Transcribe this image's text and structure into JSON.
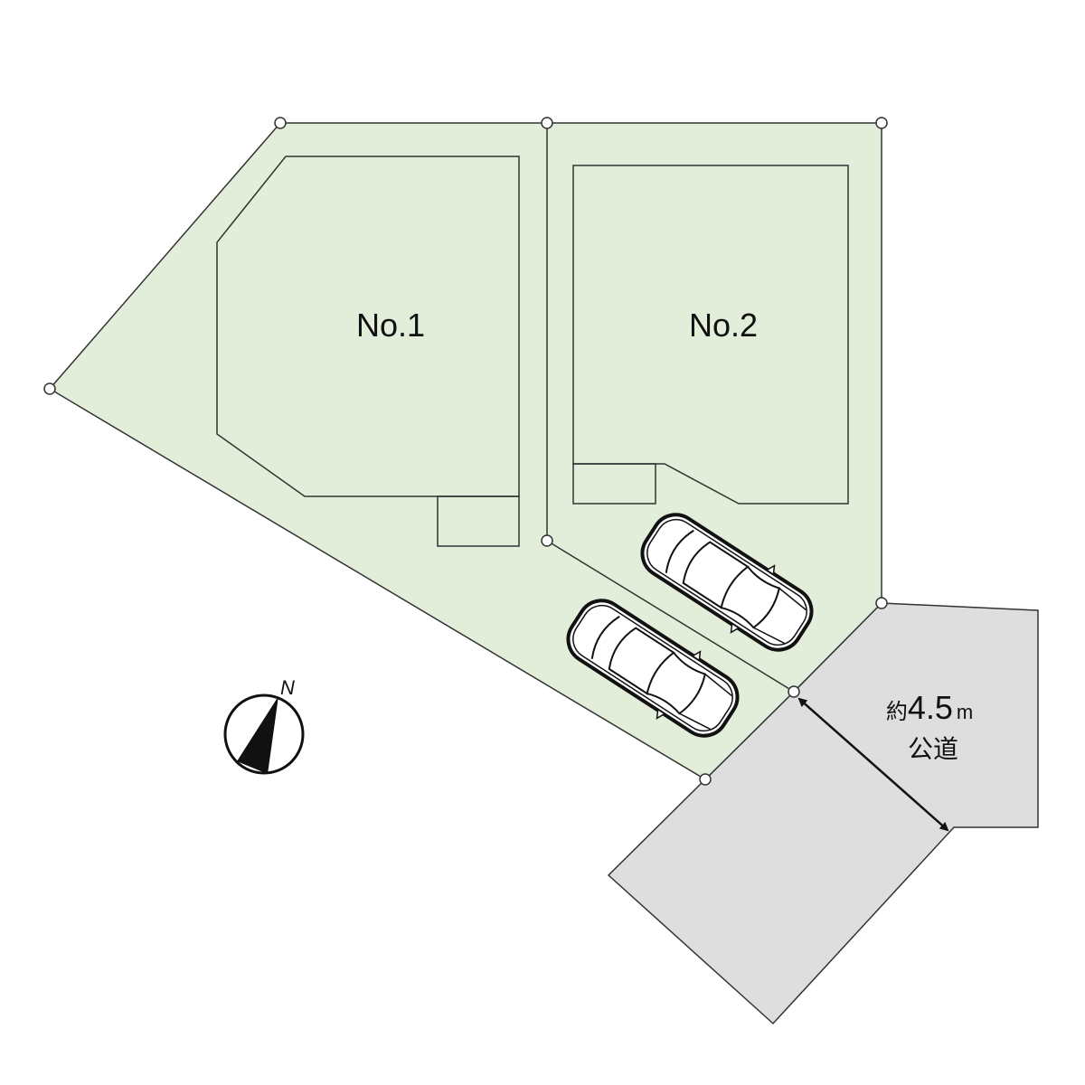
{
  "lots": [
    {
      "label": "No.1"
    },
    {
      "label": "No.2"
    }
  ],
  "road": {
    "prefix": "約",
    "width_value": "4.5",
    "unit": "m",
    "type": "公道"
  },
  "compass": {
    "label": "N"
  },
  "colors": {
    "lot": "#e2eed9",
    "road": "#dedede",
    "line": "#333333"
  }
}
